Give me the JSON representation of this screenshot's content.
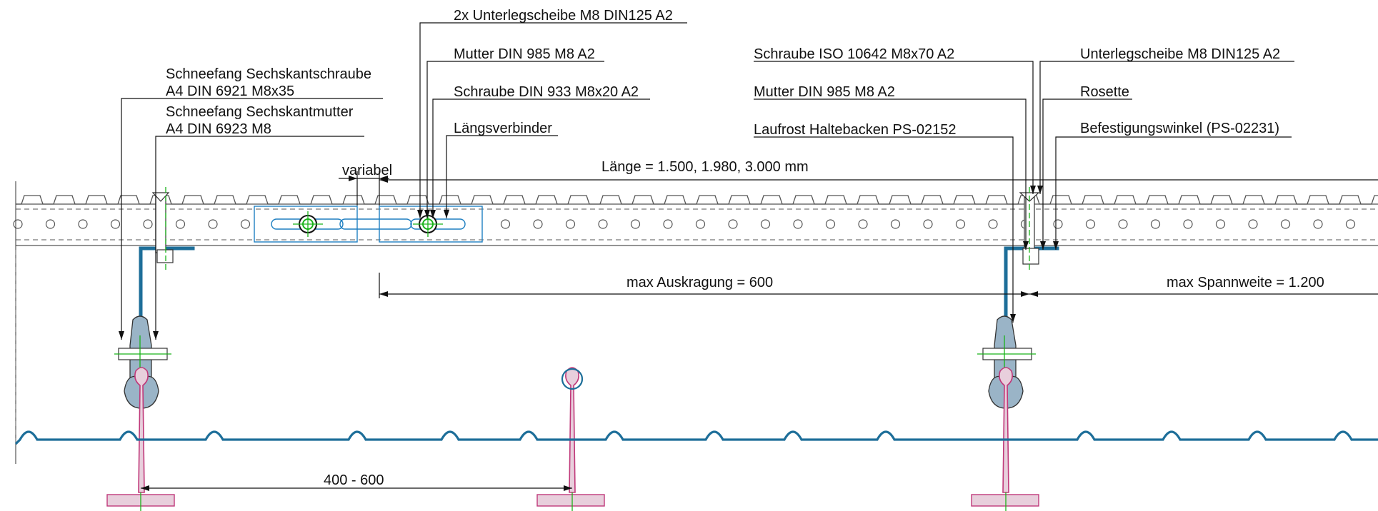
{
  "labels": {
    "washer2x": "2x Unterlegscheibe M8 DIN125 A2",
    "nut_left": "Mutter DIN 985 M8 A2",
    "screw_din933": "Schraube DIN 933 M8x20 A2",
    "laengsverbinder": "Längsverbinder",
    "snow_screw_1": "Schneefang Sechskantschraube",
    "snow_screw_2": "A4 DIN 6921 M8x35",
    "snow_nut_1": "Schneefang Sechskantmutter",
    "snow_nut_2": "A4 DIN 6923 M8",
    "screw_iso": "Schraube ISO 10642 M8x70 A2",
    "nut_right": "Mutter DIN 985 M8 A2",
    "laufrost": "Laufrost Haltebacken PS-02152",
    "washer_right": "Unterlegscheibe M8 DIN125 A2",
    "rosette": "Rosette",
    "befestigung": "Befestigungswinkel (PS-02231)"
  },
  "dimensions": {
    "variabel": "variabel",
    "laenge": "Länge = 1.500, 1.980, 3.000 mm",
    "auskragung": "max Auskragung = 600",
    "spannweite": "max Spannweite = 1.200",
    "abstand": "400 - 600"
  },
  "colors": {
    "bracket": "#1d6e99",
    "connector_outline": "#1e7fc1",
    "axis": "#19b219",
    "seam_profile": "#c0397a"
  }
}
